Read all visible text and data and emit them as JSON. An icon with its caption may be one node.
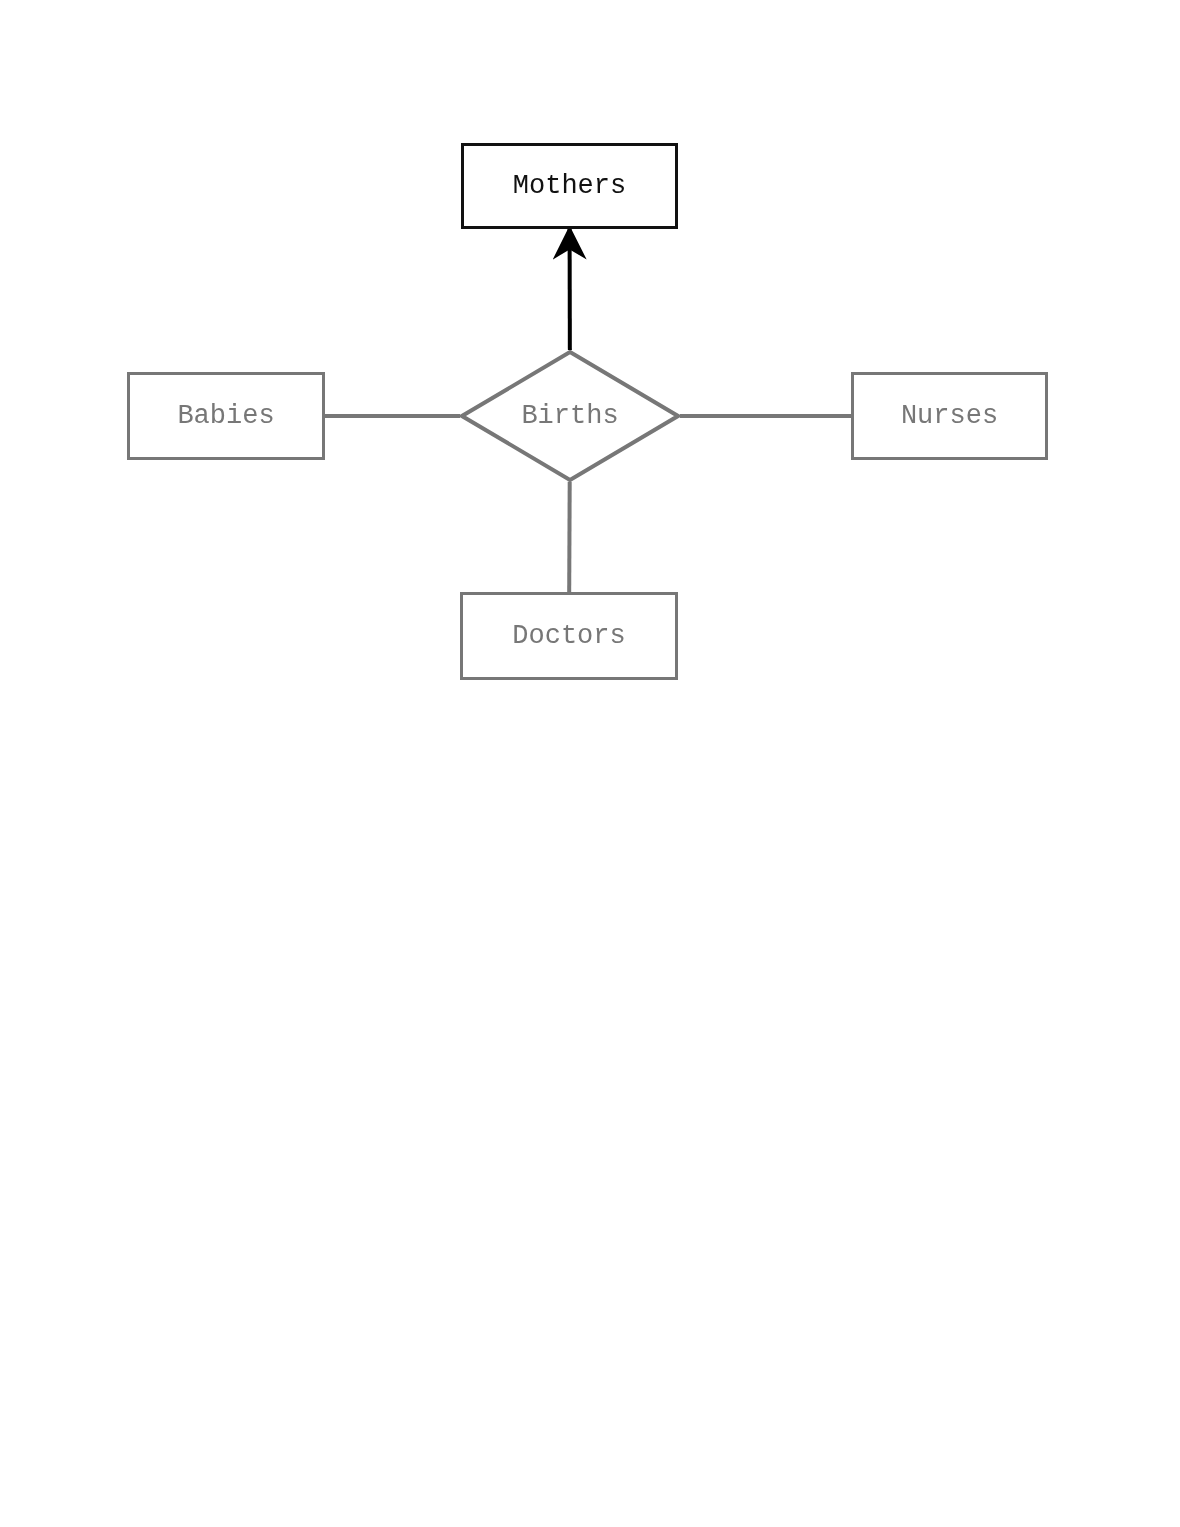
{
  "diagram": {
    "nodes": [
      {
        "text": [
          "Mothers"
        ]
      },
      {
        "text": [
          "Babies"
        ]
      },
      {
        "text": [
          "Births"
        ]
      },
      {
        "text": [
          "Nurses"
        ]
      },
      {
        "text": [
          "Doctors"
        ]
      }
    ],
    "edges": [
      {
        "from": 2,
        "to": 0,
        "arrow": "to",
        "color": "#000000"
      },
      {
        "from": 1,
        "to": 2,
        "arrow": "none"
      },
      {
        "from": 2,
        "to": 3,
        "arrow": "none"
      },
      {
        "from": 2,
        "to": 4,
        "arrow": "none"
      }
    ]
  }
}
